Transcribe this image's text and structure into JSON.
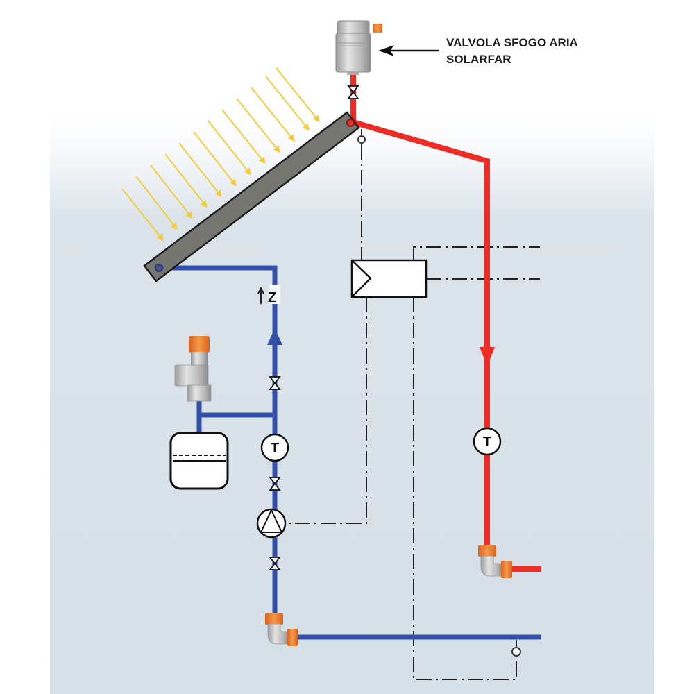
{
  "diagram": {
    "title": "Solar thermal circuit with air vent valve",
    "callout": {
      "line1": "VALVOLA SFOGO ARIA",
      "line2": "SOLARFAR"
    },
    "temperature_gauge_symbol": "T",
    "check_valve_symbol": "Z",
    "colors": {
      "hot_pipe": "#ee2b24",
      "cold_pipe": "#3350a8",
      "fitting_orange": "#e8772a",
      "collector_gray": "#767670",
      "sun_rays": "#f2cc3a",
      "background_top": "#ffffff",
      "background_bottom": "#d6e0e8",
      "control_line": "#222222"
    },
    "components": [
      {
        "name": "air-vent-valve",
        "label": "Valvola sfogo aria Solarfar"
      },
      {
        "name": "solar-collector",
        "label": ""
      },
      {
        "name": "controller",
        "label": ""
      },
      {
        "name": "circulation-pump",
        "label": ""
      },
      {
        "name": "expansion-vessel",
        "label": ""
      },
      {
        "name": "safety-valve",
        "label": ""
      },
      {
        "name": "temperature-gauge-supply",
        "label": "T"
      },
      {
        "name": "temperature-gauge-return",
        "label": "T"
      },
      {
        "name": "check-valve",
        "label": "Z"
      }
    ]
  }
}
